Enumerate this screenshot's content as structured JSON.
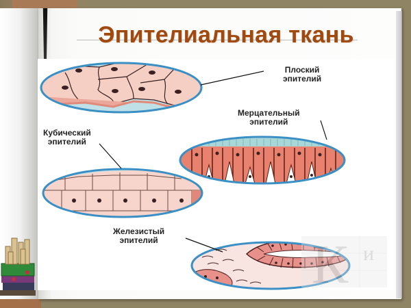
{
  "slide": {
    "title": "Эпителиальная ткань",
    "title_color": "#a04a10"
  },
  "diagram": {
    "labels": [
      {
        "id": "squamous",
        "line1": "Плоский",
        "line2": "эпителий"
      },
      {
        "id": "ciliated",
        "line1": "Мерцательный",
        "line2": "эпителий"
      },
      {
        "id": "cuboidal",
        "line1": "Кубический",
        "line2": "эпителий"
      },
      {
        "id": "glandular",
        "line1": "Железистый",
        "line2": "эпителий"
      }
    ],
    "colors": {
      "outline": "#3a8fc4",
      "cell_pink": "#f6cfc4",
      "cell_salmon": "#e8826e",
      "nucleus": "#3a2020"
    }
  },
  "watermark": {
    "letter_big": "К",
    "letter_small": "и"
  }
}
